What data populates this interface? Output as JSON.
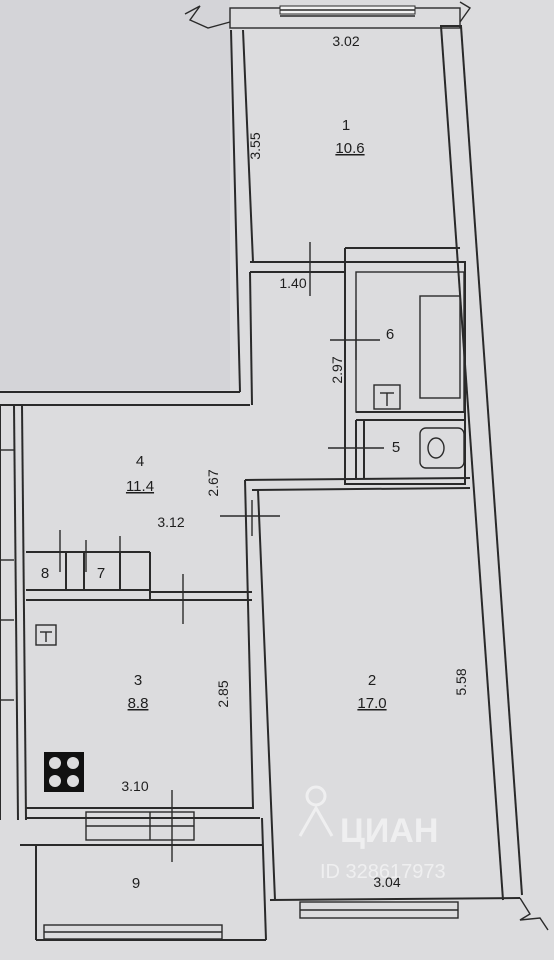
{
  "rooms": [
    {
      "number": "1",
      "area": "10.6"
    },
    {
      "number": "2",
      "area": "17.0"
    },
    {
      "number": "3",
      "area": "8.8"
    },
    {
      "number": "4",
      "area": "11.4"
    },
    {
      "number": "5"
    },
    {
      "number": "6"
    },
    {
      "number": "7"
    },
    {
      "number": "8"
    },
    {
      "number": "9"
    }
  ],
  "dimensions": {
    "room1_width": "3.02",
    "room1_length": "3.55",
    "corridor_width": "1.40",
    "bath_length": "2.97",
    "hall_width": "2.67",
    "hall_length": "3.12",
    "kitchen_height": "2.85",
    "kitchen_width": "3.10",
    "room2_length": "5.58",
    "room2_width": "3.04"
  },
  "watermark": {
    "brand": "ЦИАН",
    "id": "ID 328617973"
  }
}
